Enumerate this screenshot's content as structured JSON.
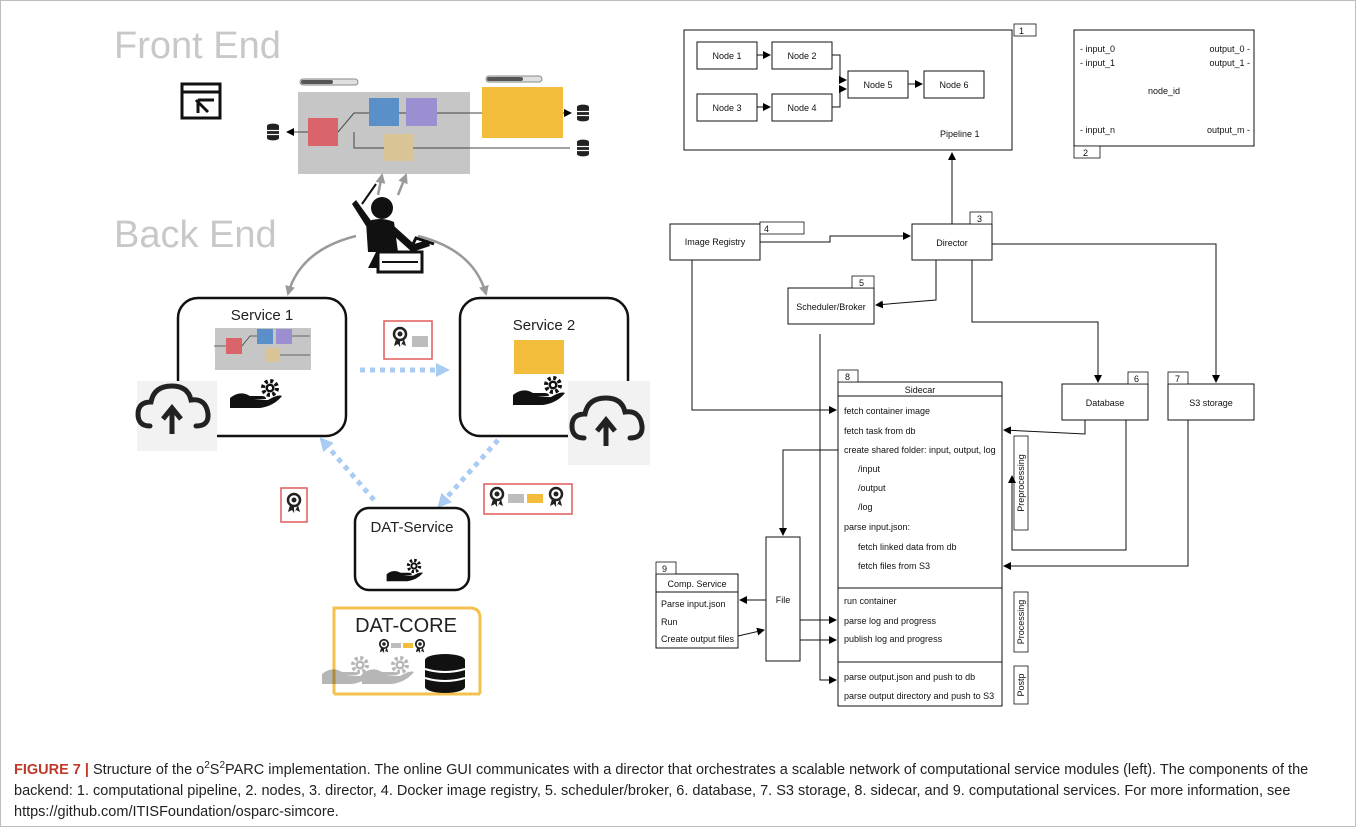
{
  "figure": {
    "left": {
      "front_end_label": "Front End",
      "back_end_label": "Back End",
      "service1_title": "Service 1",
      "service2_title": "Service 2",
      "dat_service_title": "DAT-Service",
      "dat_core_title": "DAT-CORE"
    },
    "right": {
      "pipeline": {
        "number": "1",
        "label": "Pipeline 1",
        "nodes": [
          "Node 1",
          "Node 2",
          "Node 3",
          "Node 4",
          "Node 5",
          "Node 6"
        ]
      },
      "node_box": {
        "number": "2",
        "id_label": "node_id",
        "inputs": [
          "- input_0",
          "- input_1",
          "- input_n"
        ],
        "outputs": [
          "output_0 -",
          "output_1 -",
          "output_m -"
        ]
      },
      "image_registry": {
        "number": "4",
        "label": "Image Registry"
      },
      "director": {
        "number": "3",
        "label": "Director"
      },
      "scheduler": {
        "number": "5",
        "label": "Scheduler/Broker"
      },
      "database": {
        "number": "6",
        "label": "Database"
      },
      "s3": {
        "number": "7",
        "label": "S3 storage"
      },
      "sidecar": {
        "number": "8",
        "title": "Sidecar",
        "rows": [
          "fetch container image",
          "fetch task from db",
          "create shared folder: input, output, log",
          "/input",
          "/output",
          "/log",
          "parse input.json:",
          "fetch linked data from db",
          "fetch files from S3",
          "run container",
          "parse log and progress",
          "publish log and progress",
          "parse output.json and push to db",
          "parse output directory and push to S3"
        ],
        "phases": [
          "Preprocessing",
          "Processing",
          "Postp"
        ]
      },
      "file_label": "File",
      "comp_service": {
        "number": "9",
        "title": "Comp. Service",
        "rows": [
          "Parse input.json",
          "Run",
          "Create output files"
        ]
      }
    }
  },
  "caption": {
    "label": "FIGURE 7 |",
    "text_before": " Structure of the o",
    "sup1": "2",
    "mid1": "S",
    "sup2": "2",
    "text_after": "PARC implementation. The online GUI communicates with a director that orchestrates a scalable network of computational service modules (left). The components of the backend: 1. computational pipeline, 2. nodes, 3. director, 4. Docker image registry, 5. scheduler/broker, 6. database, 7. S3 storage, 8. sidecar, and 9. computational services. For more information, see https://github.com/ITISFoundation/osparc-simcore."
  },
  "colors": {
    "workflow_gray": "#c6c6c6",
    "box_red": "#d9646a",
    "box_blue": "#5b8fc7",
    "box_purple": "#9b8fd1",
    "box_tan": "#d8c494",
    "box_yellow": "#f2bd3a",
    "dashed_arrow": "#a9ccf2",
    "dat_core_border": "#f2c14e",
    "badge_border": "#e15a5a"
  }
}
